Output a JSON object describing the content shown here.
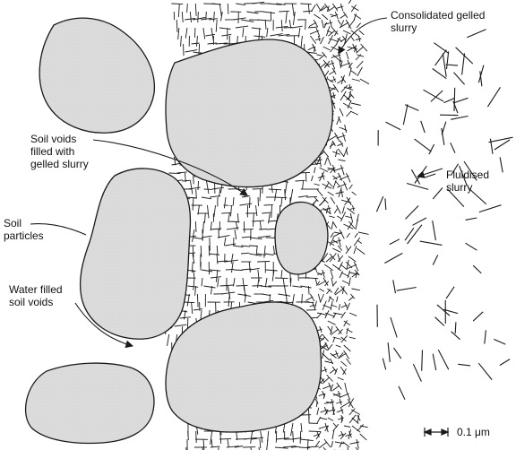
{
  "labels": {
    "consolidated": "Consolidated gelled\nslurry",
    "soil_voids_gelled": "Soil voids\nfilled with\ngelled slurry",
    "fluidised": "Fluidised\nslurry",
    "soil_particles": "Soil\nparticles",
    "water_voids": "Water filled\nsoil voids",
    "scale": "0.1 μm"
  },
  "colors": {
    "particle_fill": "#dcdcdc",
    "ink": "#1a1a1a"
  }
}
